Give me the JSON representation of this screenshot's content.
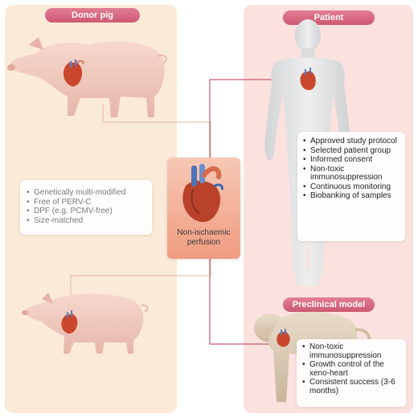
{
  "donor_pig": {
    "title": "Donor pig",
    "criteria": [
      "Genetically multi-modified",
      "Free of PERV-C",
      "DPF (e.g. PCMV-free)",
      "Size-matched"
    ]
  },
  "center": {
    "label_line1": "Non-ischaemic",
    "label_line2": "perfusion"
  },
  "patient": {
    "title": "Patient",
    "criteria": [
      "Approved study protocol",
      "Selected patient group",
      "Informed consent",
      "Non-toxic immunosuppression",
      "Continuous monitoring",
      "Biobanking of samples"
    ]
  },
  "preclinical": {
    "title": "Preclinical model",
    "criteria": [
      "Non-toxic immunosuppression",
      "Growth control of the xeno-heart",
      "Consistent success (3-6 months)"
    ]
  },
  "colors": {
    "pill": "#d6647d",
    "arrow": "#c65a6a",
    "connector": "#e3b7a6",
    "left_panel": "#fbead8",
    "right_panel": "#fbe2df"
  }
}
